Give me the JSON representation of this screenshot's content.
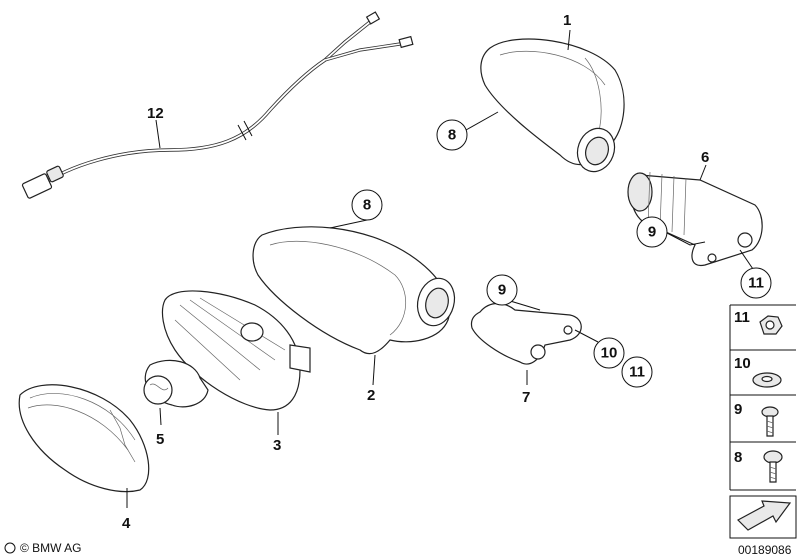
{
  "callouts": {
    "c1": "1",
    "c2": "2",
    "c3": "3",
    "c4": "4",
    "c5": "5",
    "c6": "6",
    "c7": "7",
    "c8a": "8",
    "c8b": "8",
    "c9a": "9",
    "c9b": "9",
    "c10": "10",
    "c11a": "11",
    "c11b": "11",
    "c12": "12"
  },
  "legend": {
    "l11": "11",
    "l10": "10",
    "l9": "9",
    "l8": "8"
  },
  "footer": {
    "copyright": "© BMW AG",
    "diagram_number": "00189086"
  },
  "icons": [
    "bmw-roundel",
    "navigation-arrow"
  ]
}
